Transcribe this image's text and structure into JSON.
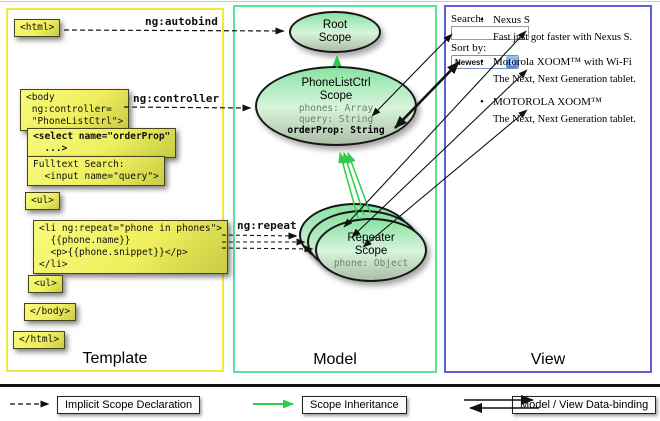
{
  "colors": {
    "template_border": "#f0e83c",
    "model_border": "#57e39c",
    "view_border": "#5f5fd8",
    "inheritance_arrow_green": "#2ecc4a",
    "code_box_yellow": "#eef05e",
    "scope_fill_green": "#8ae3a3"
  },
  "columns": {
    "template": "Template",
    "model": "Model",
    "view": "View"
  },
  "template": {
    "labels": {
      "autobind": "ng:autobind",
      "controller": "ng:controller",
      "repeat": "ng:repeat"
    },
    "boxes": {
      "html_open": "<html>",
      "body_open": "<body\n ng:controller=\n \"PhoneListCtrl\">",
      "select_tag": "<select name=\"orderProp\"\n  ...>",
      "fulltext": "Fulltext Search:\n  <input name=\"query\">",
      "ul_open": "<ul>",
      "li_repeat": "<li ng:repeat=\"phone in phones\">\n  {{phone.name}}\n  <p>{{phone.snippet}}</p>\n</li>",
      "ul_close": "<ul>",
      "body_close": "</body>",
      "html_close": "</html>"
    }
  },
  "model": {
    "root_scope": {
      "title": "Root\nScope"
    },
    "phonelist_scope": {
      "title": "PhoneListCtrl\nScope",
      "props": [
        {
          "text": "phones: Array",
          "emphasis": "normal"
        },
        {
          "text": "query: String",
          "emphasis": "normal"
        },
        {
          "text": "orderProp: String",
          "emphasis": "bold"
        }
      ]
    },
    "repeater_scope": {
      "title": "Repeater\nScope",
      "prop": "phone: Object"
    }
  },
  "view": {
    "search_label": "Search:",
    "search_value": "",
    "sort_label": "Sort by:",
    "sort_value": "Newest",
    "bullet": "•",
    "items": [
      {
        "title": "Nexus S",
        "snippet": "Fast just got faster with Nexus S."
      },
      {
        "title": "Motorola XOOM™ with Wi-Fi",
        "snippet": "The Next, Next Generation tablet."
      },
      {
        "title": "MOTOROLA XOOM™",
        "snippet": "The Next, Next Generation tablet."
      }
    ]
  },
  "legend": {
    "implicit": "Implicit Scope Declaration",
    "inheritance": "Scope Inheritance",
    "databinding": "Model / View Data-binding"
  }
}
